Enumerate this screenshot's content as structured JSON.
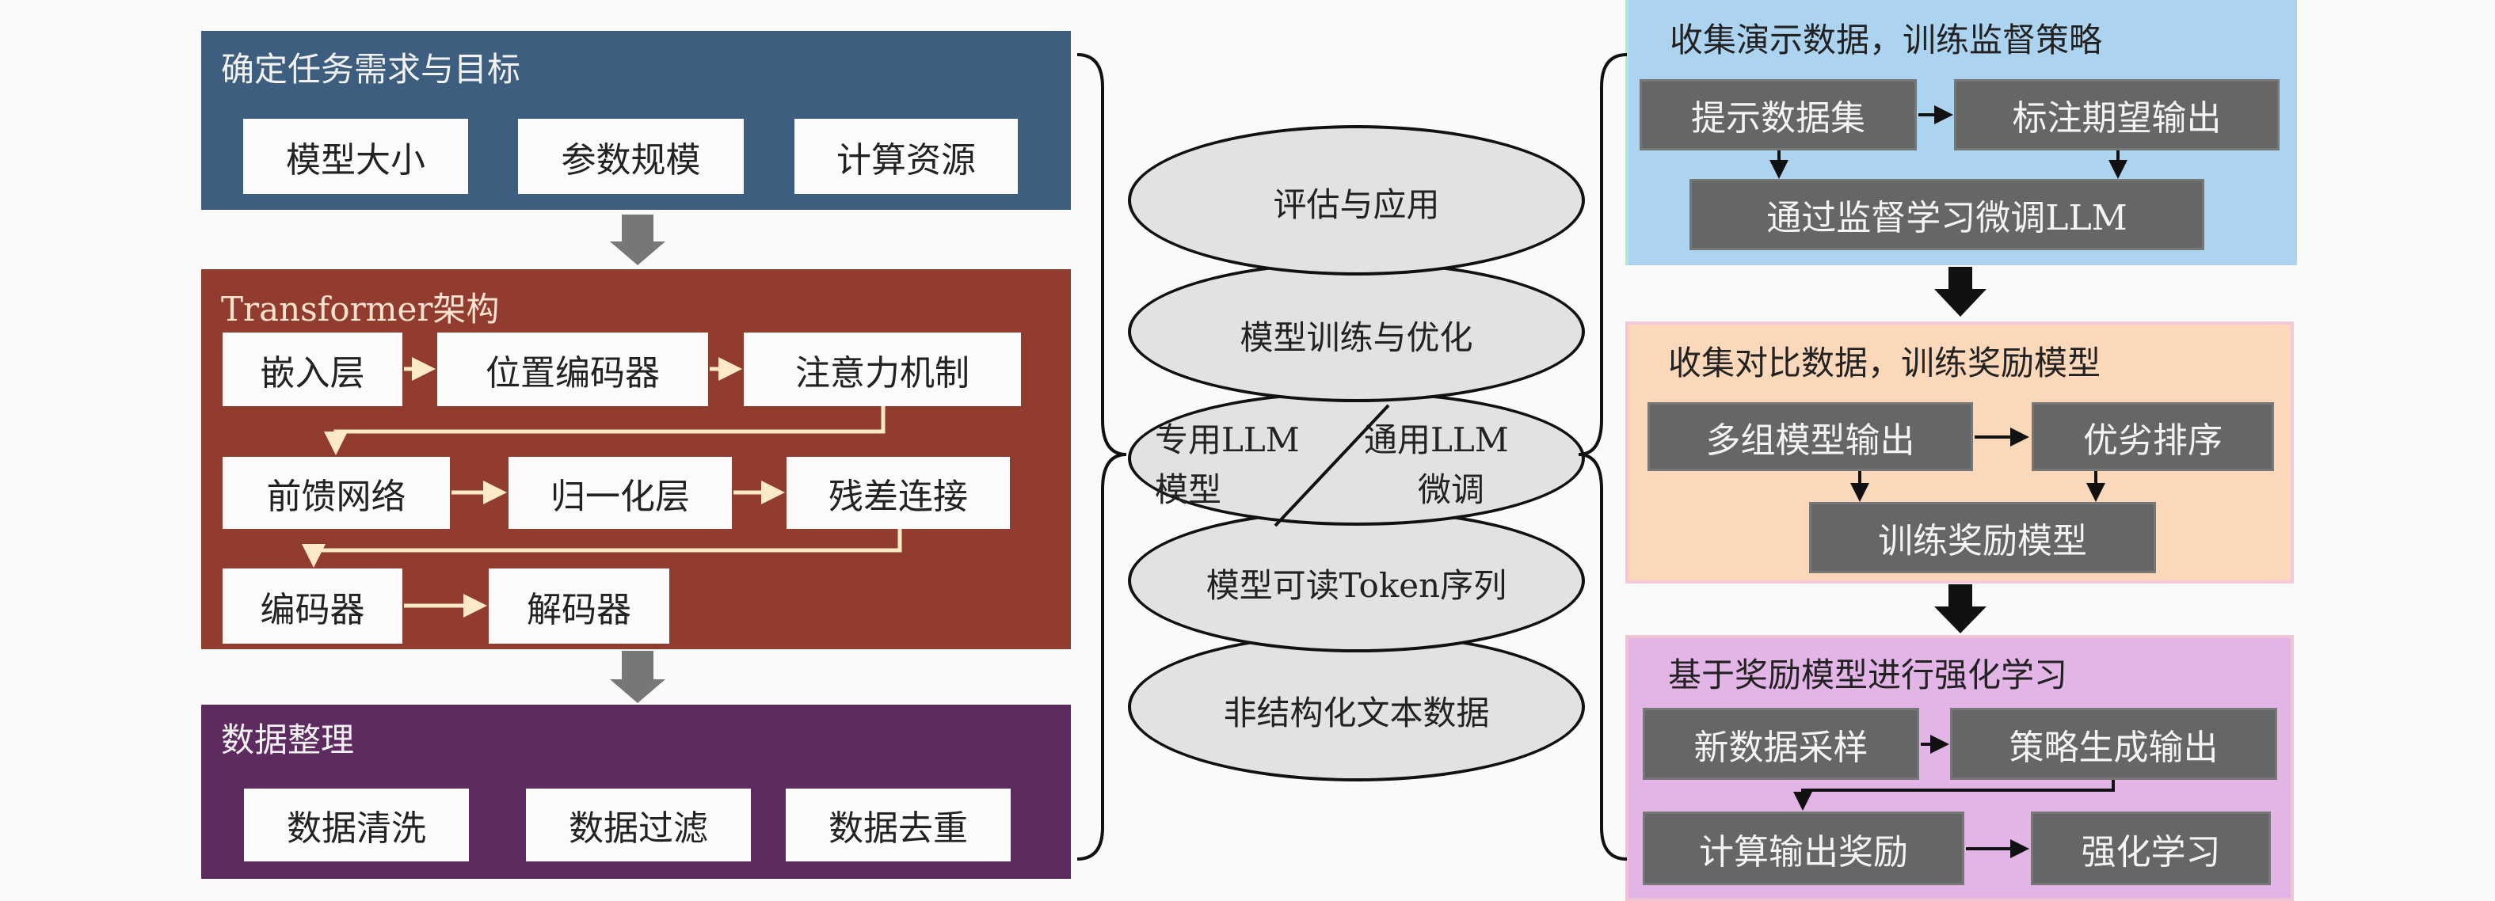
{
  "left": {
    "task": {
      "title": "确定任务需求与目标",
      "items": [
        "模型大小",
        "参数规模",
        "计算资源"
      ]
    },
    "transformer": {
      "title": "Transformer架构",
      "row1": [
        "嵌入层",
        "位置编码器",
        "注意力机制"
      ],
      "row2": [
        "前馈网络",
        "归一化层",
        "残差连接"
      ],
      "row3": [
        "编码器",
        "解码器"
      ]
    },
    "data": {
      "title": "数据整理",
      "items": [
        "数据清洗",
        "数据过滤",
        "数据去重"
      ]
    }
  },
  "center": {
    "layers": [
      "评估与应用",
      "模型训练与优化",
      "模型可读Token序列",
      "非结构化文本数据"
    ],
    "split": {
      "left_line1": "专用LLM",
      "left_line2": "模型",
      "right_line1": "通用LLM",
      "right_line2": "微调"
    }
  },
  "right": {
    "sft": {
      "title": "收集演示数据，训练监督策略",
      "box1": "提示数据集",
      "box2": "标注期望输出",
      "box3": "通过监督学习微调LLM"
    },
    "rm": {
      "title": "收集对比数据，训练奖励模型",
      "box1": "多组模型输出",
      "box2": "优劣排序",
      "box3": "训练奖励模型"
    },
    "rl": {
      "title": "基于奖励模型进行强化学习",
      "box1": "新数据采样",
      "box2": "策略生成输出",
      "box3": "计算输出奖励",
      "box4": "强化学习"
    }
  },
  "colors": {
    "task": "#3d5e7e",
    "transformer": "#923c30",
    "data": "#5e2b61",
    "sft": "#acd4f0",
    "rm": "#fcd8ba",
    "rl": "#e3b4e6",
    "dark_box": "#666666"
  }
}
